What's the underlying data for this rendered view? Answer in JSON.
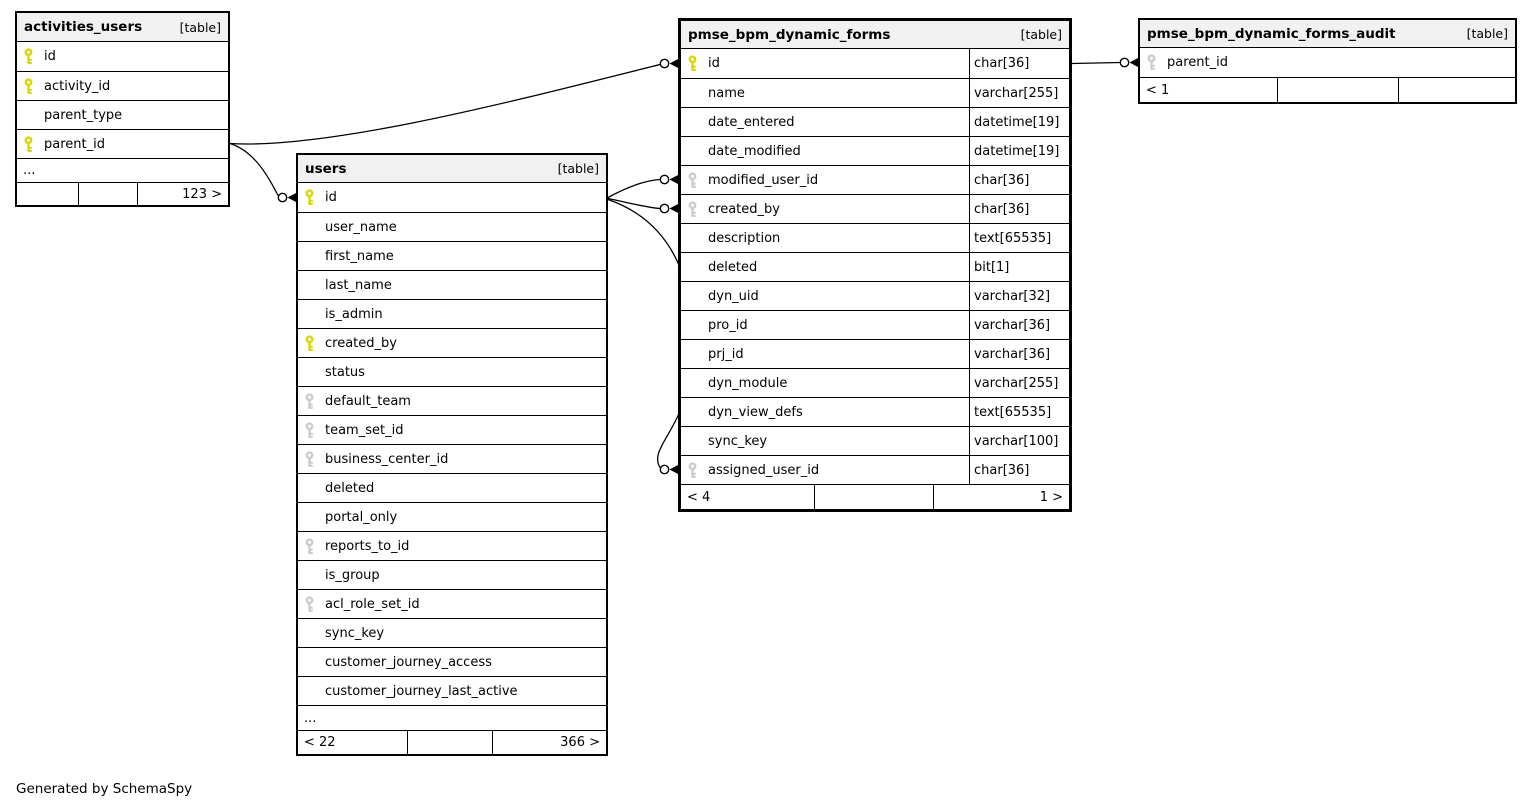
{
  "canvas": {
    "generated_by": "Generated by SchemaSpy"
  },
  "colors": {
    "primary_key": "#d8d800",
    "index_key": "#cccccc",
    "header_bg": "#f1f1f1",
    "border": "#000000"
  },
  "tables": [
    {
      "name": "activities_users",
      "badge": "[table]",
      "focal": false,
      "columns": [
        {
          "name": "id",
          "type": "",
          "key": "primary"
        },
        {
          "name": "activity_id",
          "type": "",
          "key": "primary"
        },
        {
          "name": "parent_type",
          "type": "",
          "key": ""
        },
        {
          "name": "parent_id",
          "type": "",
          "key": "primary"
        }
      ],
      "truncated": "...",
      "footer": {
        "left": "",
        "center": "",
        "right": "123 >"
      }
    },
    {
      "name": "users",
      "badge": "[table]",
      "focal": false,
      "columns": [
        {
          "name": "id",
          "type": "",
          "key": "primary"
        },
        {
          "name": "user_name",
          "type": "",
          "key": ""
        },
        {
          "name": "first_name",
          "type": "",
          "key": ""
        },
        {
          "name": "last_name",
          "type": "",
          "key": ""
        },
        {
          "name": "is_admin",
          "type": "",
          "key": ""
        },
        {
          "name": "created_by",
          "type": "",
          "key": "primary"
        },
        {
          "name": "status",
          "type": "",
          "key": ""
        },
        {
          "name": "default_team",
          "type": "",
          "key": "index"
        },
        {
          "name": "team_set_id",
          "type": "",
          "key": "index"
        },
        {
          "name": "business_center_id",
          "type": "",
          "key": "index"
        },
        {
          "name": "deleted",
          "type": "",
          "key": ""
        },
        {
          "name": "portal_only",
          "type": "",
          "key": ""
        },
        {
          "name": "reports_to_id",
          "type": "",
          "key": "index"
        },
        {
          "name": "is_group",
          "type": "",
          "key": ""
        },
        {
          "name": "acl_role_set_id",
          "type": "",
          "key": "index"
        },
        {
          "name": "sync_key",
          "type": "",
          "key": ""
        },
        {
          "name": "customer_journey_access",
          "type": "",
          "key": ""
        },
        {
          "name": "customer_journey_last_active",
          "type": "",
          "key": ""
        }
      ],
      "truncated": "...",
      "footer": {
        "left": "< 22",
        "center": "",
        "right": "366 >"
      }
    },
    {
      "name": "pmse_bpm_dynamic_forms",
      "badge": "[table]",
      "focal": true,
      "columns": [
        {
          "name": "id",
          "type": "char[36]",
          "key": "primary"
        },
        {
          "name": "name",
          "type": "varchar[255]",
          "key": ""
        },
        {
          "name": "date_entered",
          "type": "datetime[19]",
          "key": ""
        },
        {
          "name": "date_modified",
          "type": "datetime[19]",
          "key": ""
        },
        {
          "name": "modified_user_id",
          "type": "char[36]",
          "key": "index"
        },
        {
          "name": "created_by",
          "type": "char[36]",
          "key": "index"
        },
        {
          "name": "description",
          "type": "text[65535]",
          "key": ""
        },
        {
          "name": "deleted",
          "type": "bit[1]",
          "key": ""
        },
        {
          "name": "dyn_uid",
          "type": "varchar[32]",
          "key": ""
        },
        {
          "name": "pro_id",
          "type": "varchar[36]",
          "key": ""
        },
        {
          "name": "prj_id",
          "type": "varchar[36]",
          "key": ""
        },
        {
          "name": "dyn_module",
          "type": "varchar[255]",
          "key": ""
        },
        {
          "name": "dyn_view_defs",
          "type": "text[65535]",
          "key": ""
        },
        {
          "name": "sync_key",
          "type": "varchar[100]",
          "key": ""
        },
        {
          "name": "assigned_user_id",
          "type": "char[36]",
          "key": "index"
        }
      ],
      "truncated": "",
      "footer": {
        "left": "< 4",
        "center": "",
        "right": "1 >"
      }
    },
    {
      "name": "pmse_bpm_dynamic_forms_audit",
      "badge": "[table]",
      "focal": false,
      "columns": [
        {
          "name": "parent_id",
          "type": "",
          "key": "index"
        }
      ],
      "truncated": "",
      "footer": {
        "left": "< 1",
        "center": "",
        "right": ""
      }
    }
  ],
  "relationships": [
    {
      "from": "activities_users.parent_id",
      "to": "pmse_bpm_dynamic_forms.id"
    },
    {
      "from": "activities_users.parent_id",
      "to": "users.id"
    },
    {
      "from": "users.id",
      "to": "pmse_bpm_dynamic_forms.modified_user_id"
    },
    {
      "from": "users.id",
      "to": "pmse_bpm_dynamic_forms.created_by"
    },
    {
      "from": "users.id",
      "to": "pmse_bpm_dynamic_forms.assigned_user_id"
    },
    {
      "from": "pmse_bpm_dynamic_forms.id",
      "to": "pmse_bpm_dynamic_forms_audit.parent_id"
    }
  ]
}
